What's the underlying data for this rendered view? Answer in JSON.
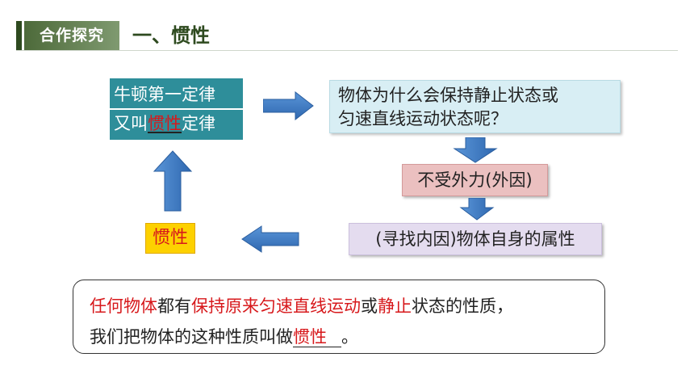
{
  "header": {
    "tag": "合作探究",
    "title": "一、惯性"
  },
  "law": {
    "line1": "牛顿第一定律",
    "line2_prefix": "又叫",
    "line2_keyword": "惯性",
    "line2_suffix": "定律"
  },
  "question": {
    "line1": "物体为什么会保持静止状态或",
    "line2": "匀速直线运动状态呢？"
  },
  "external_cause": "不受外力(外因)",
  "internal_cause": "(寻找内因)物体自身的属性",
  "inertia_label": "惯性",
  "summary": {
    "p1": "任何物体",
    "p2": "都有",
    "p3": "保持原来匀速直线运动",
    "p4": "或",
    "p5": "静止",
    "p6": "状态的性质，",
    "line2_prefix": "我们把物体的这种性质叫做",
    "blank_answer": "惯性",
    "line2_suffix": "。"
  },
  "colors": {
    "law_box": "#2e8e9a",
    "arrow": "#3a78c2",
    "highlight_red": "#d7191c",
    "inertia_box": "#fdd100",
    "header_green": "#4d6a3a"
  }
}
